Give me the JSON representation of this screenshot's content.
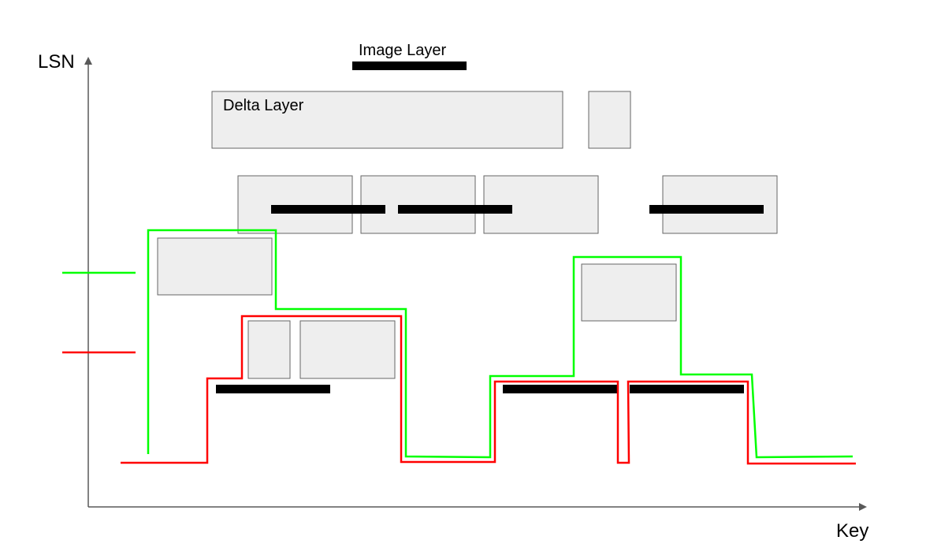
{
  "labels": {
    "y_axis": "LSN",
    "x_axis": "Key",
    "image_layer": "Image Layer",
    "delta_layer": "Delta Layer"
  },
  "colors": {
    "background": "#ffffff",
    "axis": "#595959",
    "delta_fill": "#eeeeee",
    "delta_stroke": "#666666",
    "image_bar": "#000000",
    "green_line": "#00ff00",
    "red_line": "#ff0000"
  }
}
